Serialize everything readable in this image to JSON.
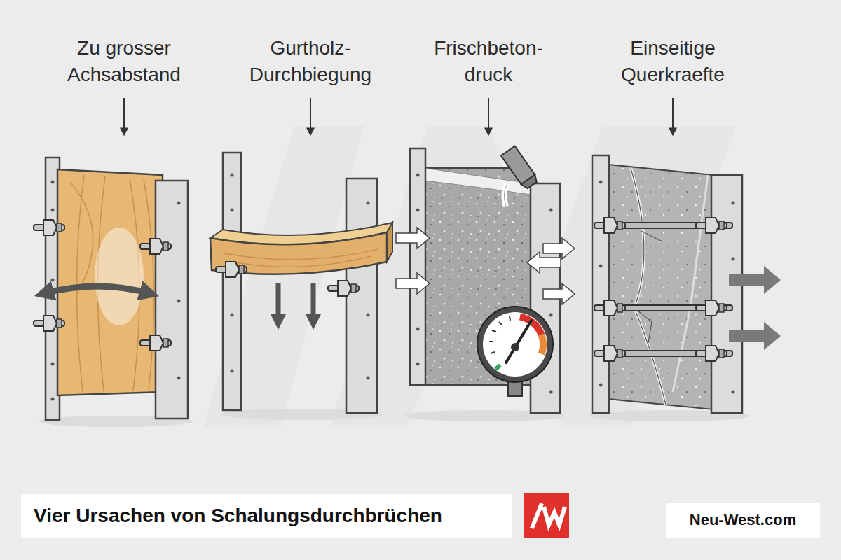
{
  "diagram": {
    "title": "Vier Ursachen von Schalungsdurchbrüchen",
    "labels": [
      "Zu grosser Achsabstand",
      "Gurtholz- Durchbiegung",
      "Frischbeton- druck",
      "Einseitige Querkraefte",
      "Neu-West.com"
    ]
  }
}
